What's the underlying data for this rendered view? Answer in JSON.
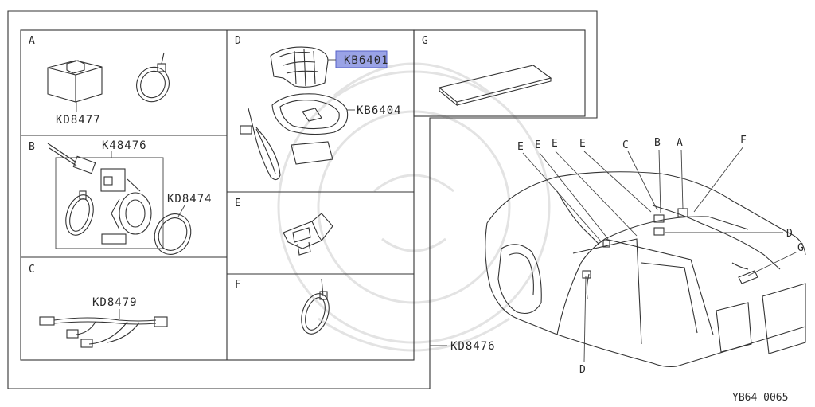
{
  "diagram_code": "YB64 0065",
  "kit_part_number": "KD8476",
  "sections": {
    "a": {
      "letter": "A",
      "part": "KD8477"
    },
    "b": {
      "letter": "B",
      "part_top": "K48476",
      "part_right": "KD8474"
    },
    "c": {
      "letter": "C",
      "part": "KD8479"
    },
    "d": {
      "letter": "D",
      "part_1": "KB6401",
      "part_2": "KB6404"
    },
    "e": {
      "letter": "E"
    },
    "f": {
      "letter": "F"
    },
    "g": {
      "letter": "G"
    }
  },
  "car_callouts": {
    "top": [
      "E",
      "E",
      "E",
      "E",
      "C",
      "B",
      "A",
      "F"
    ],
    "right_d": "D",
    "right_g": "G",
    "bottom_d": "D"
  },
  "highlight_color": "#9aa3e6"
}
